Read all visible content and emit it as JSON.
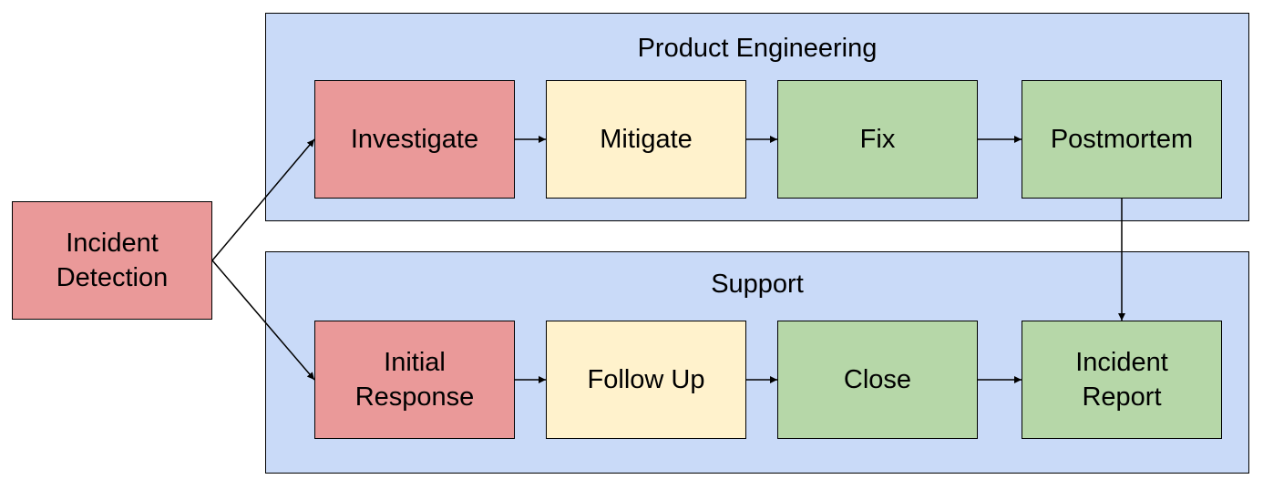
{
  "colors": {
    "lane_fill": "#c9daf8",
    "red_fill": "#ea9999",
    "yellow_fill": "#fff2cc",
    "green_fill": "#b6d7a8",
    "stroke": "#000000"
  },
  "lanes": {
    "product_engineering": {
      "title": "Product Engineering",
      "steps": [
        "Investigate",
        "Mitigate",
        "Fix",
        "Postmortem"
      ]
    },
    "support": {
      "title": "Support",
      "steps": [
        "Initial\nResponse",
        "Follow Up",
        "Close",
        "Incident\nReport"
      ]
    }
  },
  "start": {
    "label": "Incident\nDetection"
  }
}
